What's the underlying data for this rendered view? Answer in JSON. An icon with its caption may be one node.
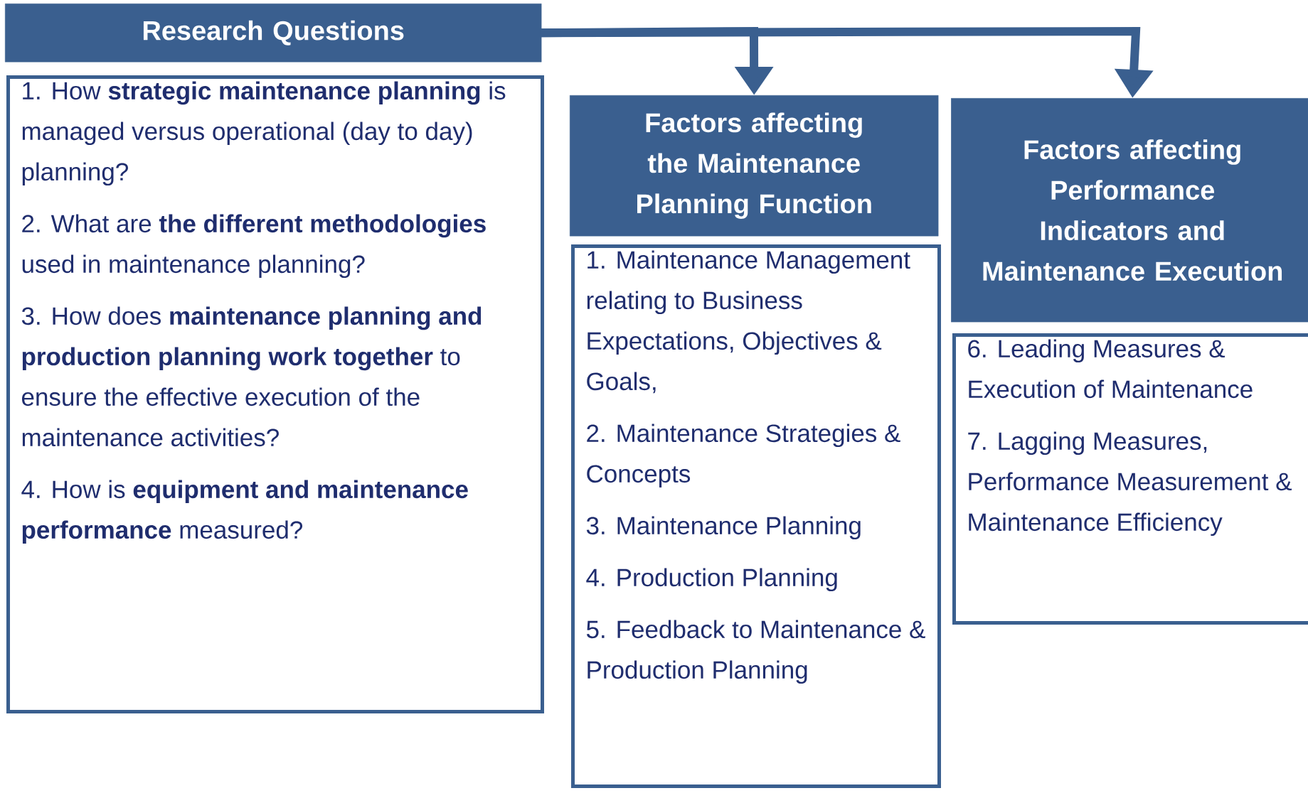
{
  "diagram": {
    "nodes": [
      {
        "text": [
          "Research Questions"
        ]
      },
      {
        "text": [
          "1. How **strategic maintenance planning** is managed versus operational (day to day) planning?",
          "2. What are **the different methodologies** used in maintenance planning?",
          "3. How does **maintenance planning and production planning work together** to ensure the effective execution of the maintenance activities?",
          "4. How is **equipment and maintenance performance** measured?"
        ]
      },
      {
        "text": [
          "Factors affecting the Maintenance Planning Function"
        ]
      },
      {
        "text": [
          "1. Maintenance Management relating to Business Expectations, Objectives & Goals,",
          "2. Maintenance Strategies & Concepts",
          "3. Maintenance Planning",
          "4. Production Planning",
          "5. Feedback to Maintenance & Production Planning"
        ]
      },
      {
        "text": [
          "Factors affecting Performance Indicators and Maintenance Execution"
        ]
      },
      {
        "text": [
          "6. Leading Measures & Execution of Maintenance",
          "7. Lagging Measures, Performance Measurement & Maintenance Efficiency"
        ]
      }
    ],
    "edges": [
      {
        "from": 0,
        "to": 2,
        "arrow": "to"
      },
      {
        "from": 0,
        "to": 4,
        "arrow": "to"
      }
    ]
  }
}
